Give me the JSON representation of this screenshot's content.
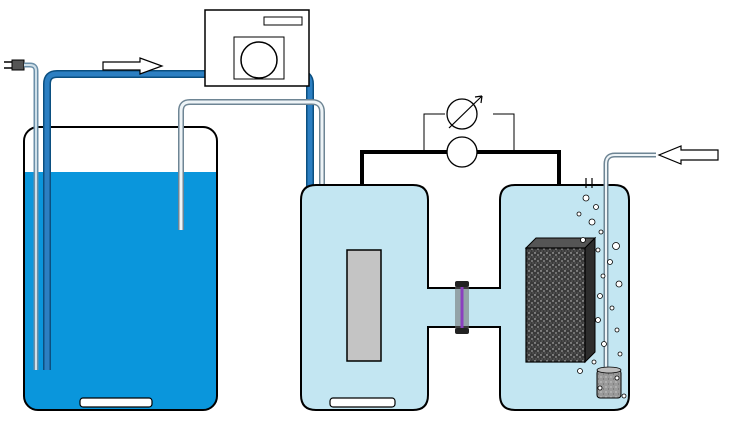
{
  "diagram": {
    "components": [
      {
        "id": "reservoir-tank",
        "label": ""
      },
      {
        "id": "peristaltic-pump",
        "label": ""
      },
      {
        "id": "anode-chamber",
        "label": ""
      },
      {
        "id": "cathode-chamber",
        "label": ""
      },
      {
        "id": "proton-exchange-membrane",
        "label": ""
      },
      {
        "id": "electrode-rod",
        "label": ""
      },
      {
        "id": "porous-electrode",
        "label": ""
      },
      {
        "id": "air-diffuser",
        "label": ""
      },
      {
        "id": "meters",
        "label": ""
      }
    ],
    "flows": [
      {
        "id": "liquid-inflow-arrow",
        "direction": "right"
      },
      {
        "id": "air-inflow-arrow",
        "direction": "left"
      }
    ],
    "colors": {
      "reservoir_liquid": "#0a96dc",
      "chamber_liquid": "#c3e6f2",
      "tube_blue": "#2c7fc2",
      "electrode_gray": "#c4c4c4",
      "membrane": "#8b3fbf",
      "outline": "#000000"
    }
  }
}
